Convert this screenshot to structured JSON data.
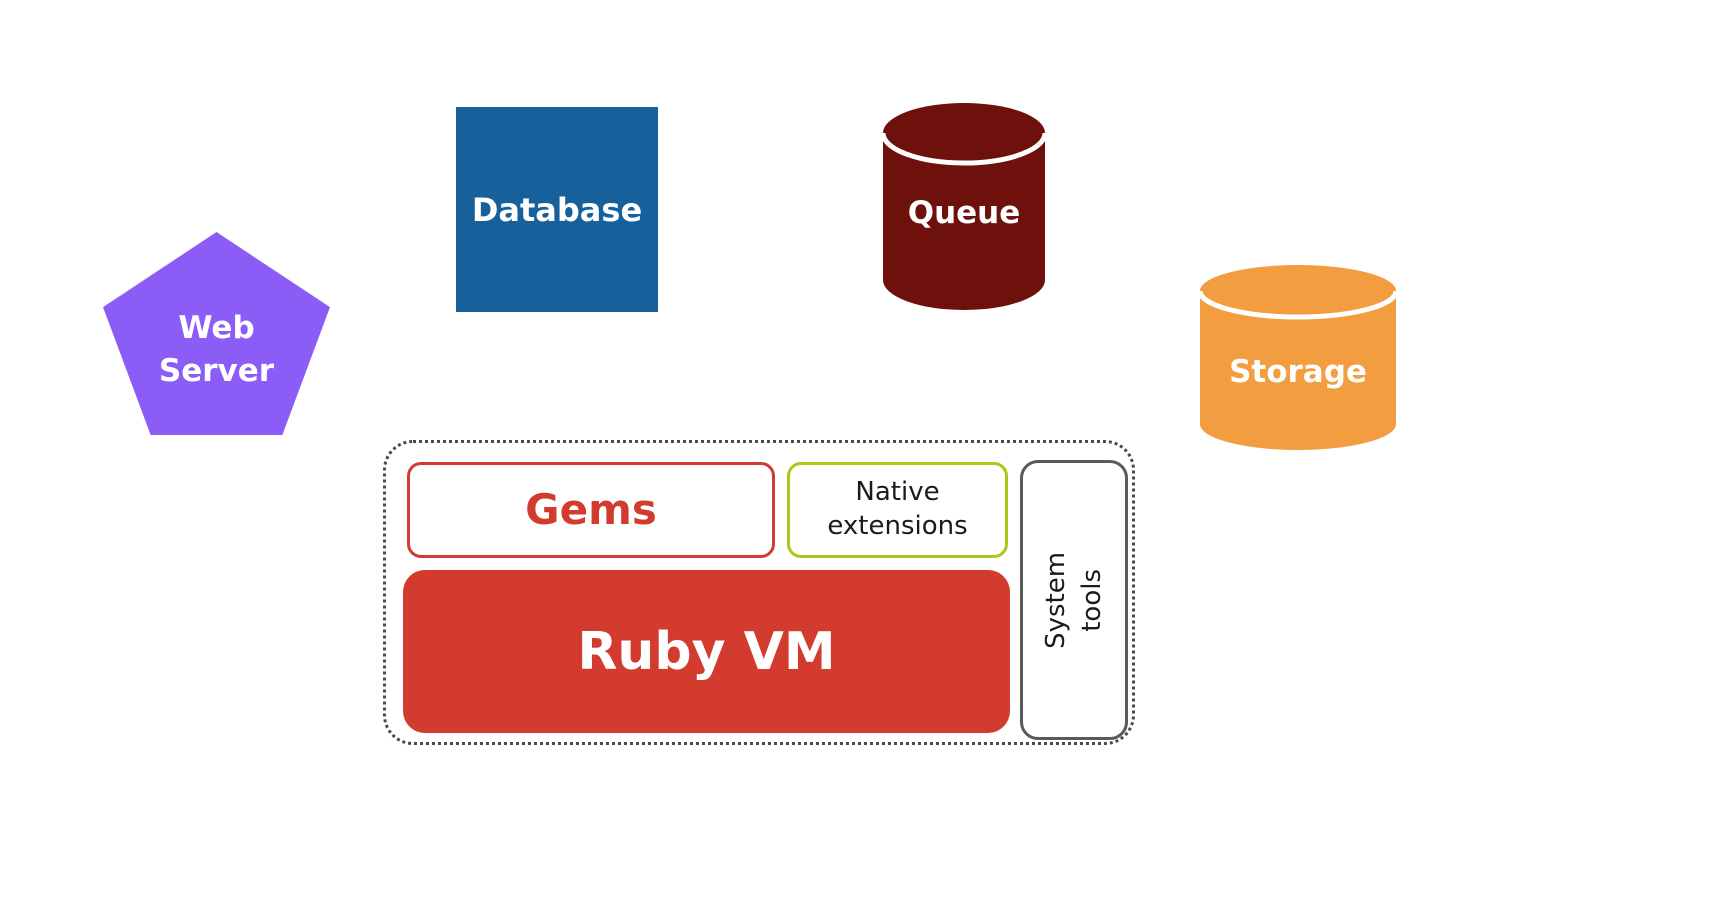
{
  "diagram": {
    "background_color": "#ffffff",
    "nodes": {
      "web_server": {
        "shape": "pentagon",
        "lines": [
          "Web",
          "Server"
        ],
        "fill": "#8B5CF6",
        "text_color": "#ffffff"
      },
      "database": {
        "shape": "square",
        "label": "Database",
        "fill": "#16619B",
        "text_color": "#ffffff"
      },
      "queue": {
        "shape": "cylinder",
        "label": "Queue",
        "fill": "#6E100C",
        "text_color": "#ffffff"
      },
      "storage": {
        "shape": "cylinder",
        "label": "Storage",
        "fill": "#F29D3F",
        "text_color": "#ffffff"
      },
      "ruby_runtime_group": {
        "shape": "dotted-rounded-container",
        "border_color": "#4A4A4A"
      },
      "gems": {
        "shape": "outlined-box",
        "label": "Gems",
        "border_color": "#D23B2D",
        "text_color": "#D23B2D"
      },
      "native_extensions": {
        "shape": "outlined-box",
        "lines": [
          "Native",
          "extensions"
        ],
        "border_color": "#AEC617",
        "text_color": "#1B1B1B"
      },
      "ruby_vm": {
        "shape": "filled-box",
        "label": "Ruby VM",
        "fill": "#D23B2D",
        "text_color": "#ffffff"
      },
      "system_tools": {
        "shape": "outlined-box",
        "lines": [
          "System",
          "tools"
        ],
        "text_orientation": "vertical-bottom-to-top",
        "border_color": "#5A5A5A",
        "text_color": "#1B1B1B"
      }
    }
  }
}
